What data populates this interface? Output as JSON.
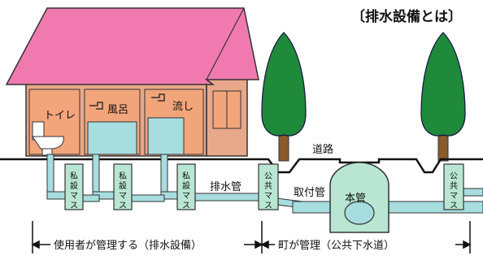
{
  "title": "〔排水設備とは〕",
  "rooms": {
    "toilet": "トイレ",
    "bath": "風呂",
    "sink": "流し"
  },
  "masu": {
    "private": "私設マス",
    "public": "公共マス"
  },
  "pipes": {
    "drain_pipe": "排水管",
    "connection_pipe": "取付管",
    "main_pipe": "本管"
  },
  "road": "道路",
  "responsibility": {
    "user": "使用者が管理する（排水設備）",
    "town": "町が管理（公共下水道）"
  },
  "colors": {
    "roof": "#f07ab0",
    "wall": "#e8a88a",
    "window": "#f2a57a",
    "pipe": "#a8dde0",
    "tree": "#1e8a3a",
    "trunk": "#8a5a2a",
    "masu": "#b8e6d2"
  }
}
